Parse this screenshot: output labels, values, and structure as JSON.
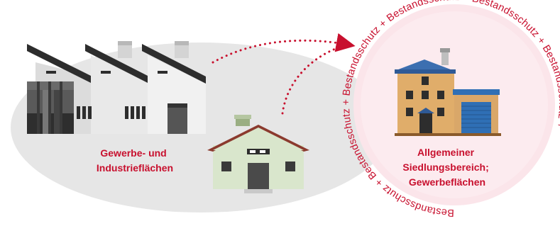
{
  "left_zone": {
    "label_line1": "Gewerbe- und",
    "label_line2": "Industrieflächen",
    "fill": "#e6e6e6"
  },
  "right_zone": {
    "label_line1": "Allgemeiner",
    "label_line2": "Siedlungsbereich;",
    "label_line3": "Gewerbeflächen",
    "fill": "#fbe5ea",
    "ring_text": "Bestandsschutz + Bestandsschutz + Bestandsschutz + Bestandsschutz + Bestandsschutz + Bestandsschutz + "
  },
  "colors": {
    "accent_red": "#c8102e",
    "factory_dark": "#3a3a3a",
    "factory_light": "#efefef",
    "house_green": "#d9e6cc",
    "roof_brown": "#8b3a2e",
    "townhouse_wall": "#e0ad6a",
    "roof_blue": "#3c6fb0",
    "garage_blue": "#2f6fb5"
  },
  "icons": {
    "factory": "factory-icon",
    "small_house": "workshop-house-icon",
    "townhouse": "townhouse-with-garage-icon",
    "arrow": "dotted-arrow"
  }
}
